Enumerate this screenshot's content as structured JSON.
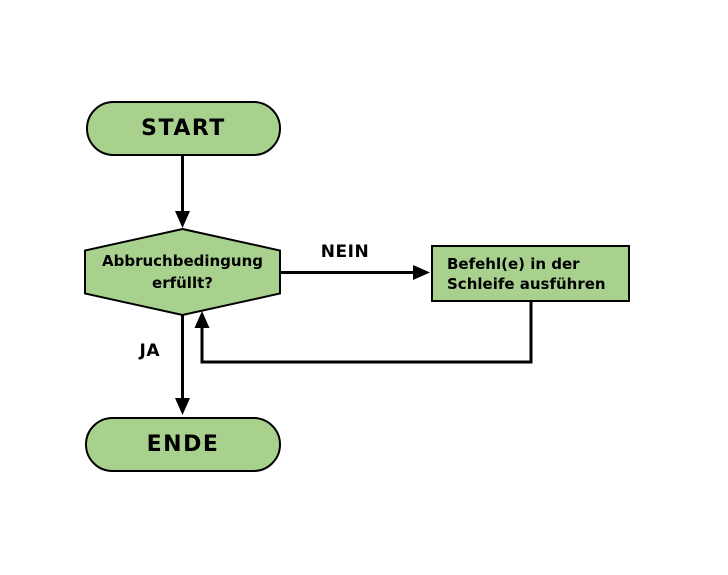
{
  "colors": {
    "node_fill": "#a9d18e",
    "stroke": "#000000",
    "text": "#000000",
    "background": "#ffffff"
  },
  "nodes": {
    "start": {
      "label": "START"
    },
    "decision": {
      "label": "Abbruchbedingung\nerfüllt?"
    },
    "process": {
      "label": "Befehl(e) in der\nSchleife ausführen"
    },
    "end": {
      "label": "ENDE"
    }
  },
  "edge_labels": {
    "nein": "NEIN",
    "ja": "JA"
  }
}
